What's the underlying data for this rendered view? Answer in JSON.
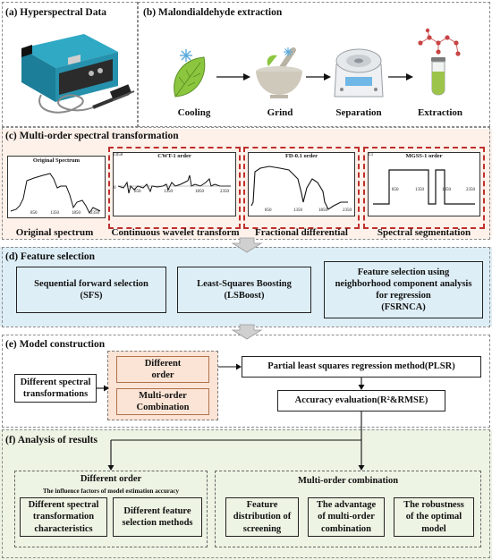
{
  "sections": {
    "a": {
      "title": "(a) Hyperspectral Data"
    },
    "b": {
      "title": "(b) Malondialdehyde extraction",
      "steps": [
        "Cooling",
        "Grind",
        "Separation",
        "Extraction"
      ]
    },
    "c": {
      "title": "(c) Multi-order spectral transformation",
      "panels": [
        {
          "plot_title": "Original Spectrum",
          "caption": "Original spectrum",
          "ticks": [
            "850",
            "1350",
            "1850",
            "2350"
          ]
        },
        {
          "plot_title": "CWT-1 order",
          "caption": "Continuous wavelet transform",
          "ticks": [
            "850",
            "1350",
            "1850",
            "2350"
          ],
          "y_tick_top": "0.050",
          "y_tick_mid": "0"
        },
        {
          "plot_title": "FD-0.1 order",
          "caption": "Fractional differential",
          "ticks": [
            "850",
            "1350",
            "1850",
            "2350"
          ]
        },
        {
          "plot_title": "MGSS-1 order",
          "caption": "Spectral segmentation",
          "ticks": [
            "850",
            "1350",
            "1850",
            "2350"
          ],
          "y_tick_top": "0.1"
        }
      ]
    },
    "d": {
      "title": "(d) Feature selection",
      "methods": [
        {
          "line1": "Sequential forward selection",
          "line2": "(SFS)"
        },
        {
          "line1": "Least-Squares Boosting",
          "line2": "(LSBoost)"
        },
        {
          "line1": "Feature selection using",
          "line2": "neighborhood component analysis",
          "line3": "for regression",
          "line4": "(FSRNCA)"
        }
      ]
    },
    "e": {
      "title": "(e) Model construction",
      "input": {
        "line1": "Different spectral",
        "line2": "transformations"
      },
      "order": {
        "line1": "Different",
        "line2": "order"
      },
      "multi": {
        "line1": "Multi-order",
        "line2": "Combination"
      },
      "plsr": "Partial least squares regression method(PLSR)",
      "accuracy": "Accuracy evaluation(R²&RMSE)"
    },
    "f": {
      "title": "(f) Analysis of results",
      "left": {
        "title": "Different order",
        "subtitle": "The influence factors of model estimation accuracy",
        "items": [
          {
            "line1": "Different spectral",
            "line2": "transformation",
            "line3": "characteristics"
          },
          {
            "line1": "Different feature",
            "line2": "selection methods"
          }
        ]
      },
      "right": {
        "title": "Multi-order combination",
        "items": [
          {
            "line1": "Feature",
            "line2": "distribution of",
            "line3": "screening"
          },
          {
            "line1": "The advantage",
            "line2": "of multi-order",
            "line3": "combination"
          },
          {
            "line1": "The robustness",
            "line2": "of the optimal",
            "line3": "model"
          }
        ]
      }
    }
  },
  "colors": {
    "section_c_bg": "#fdf1ea",
    "section_d_bg": "#deeef6",
    "section_f_bg": "#eef4e4",
    "red_dash": "#c0302c",
    "orange_fill": "#fbe4d5",
    "arrow_fill": "#d0d0d0"
  }
}
